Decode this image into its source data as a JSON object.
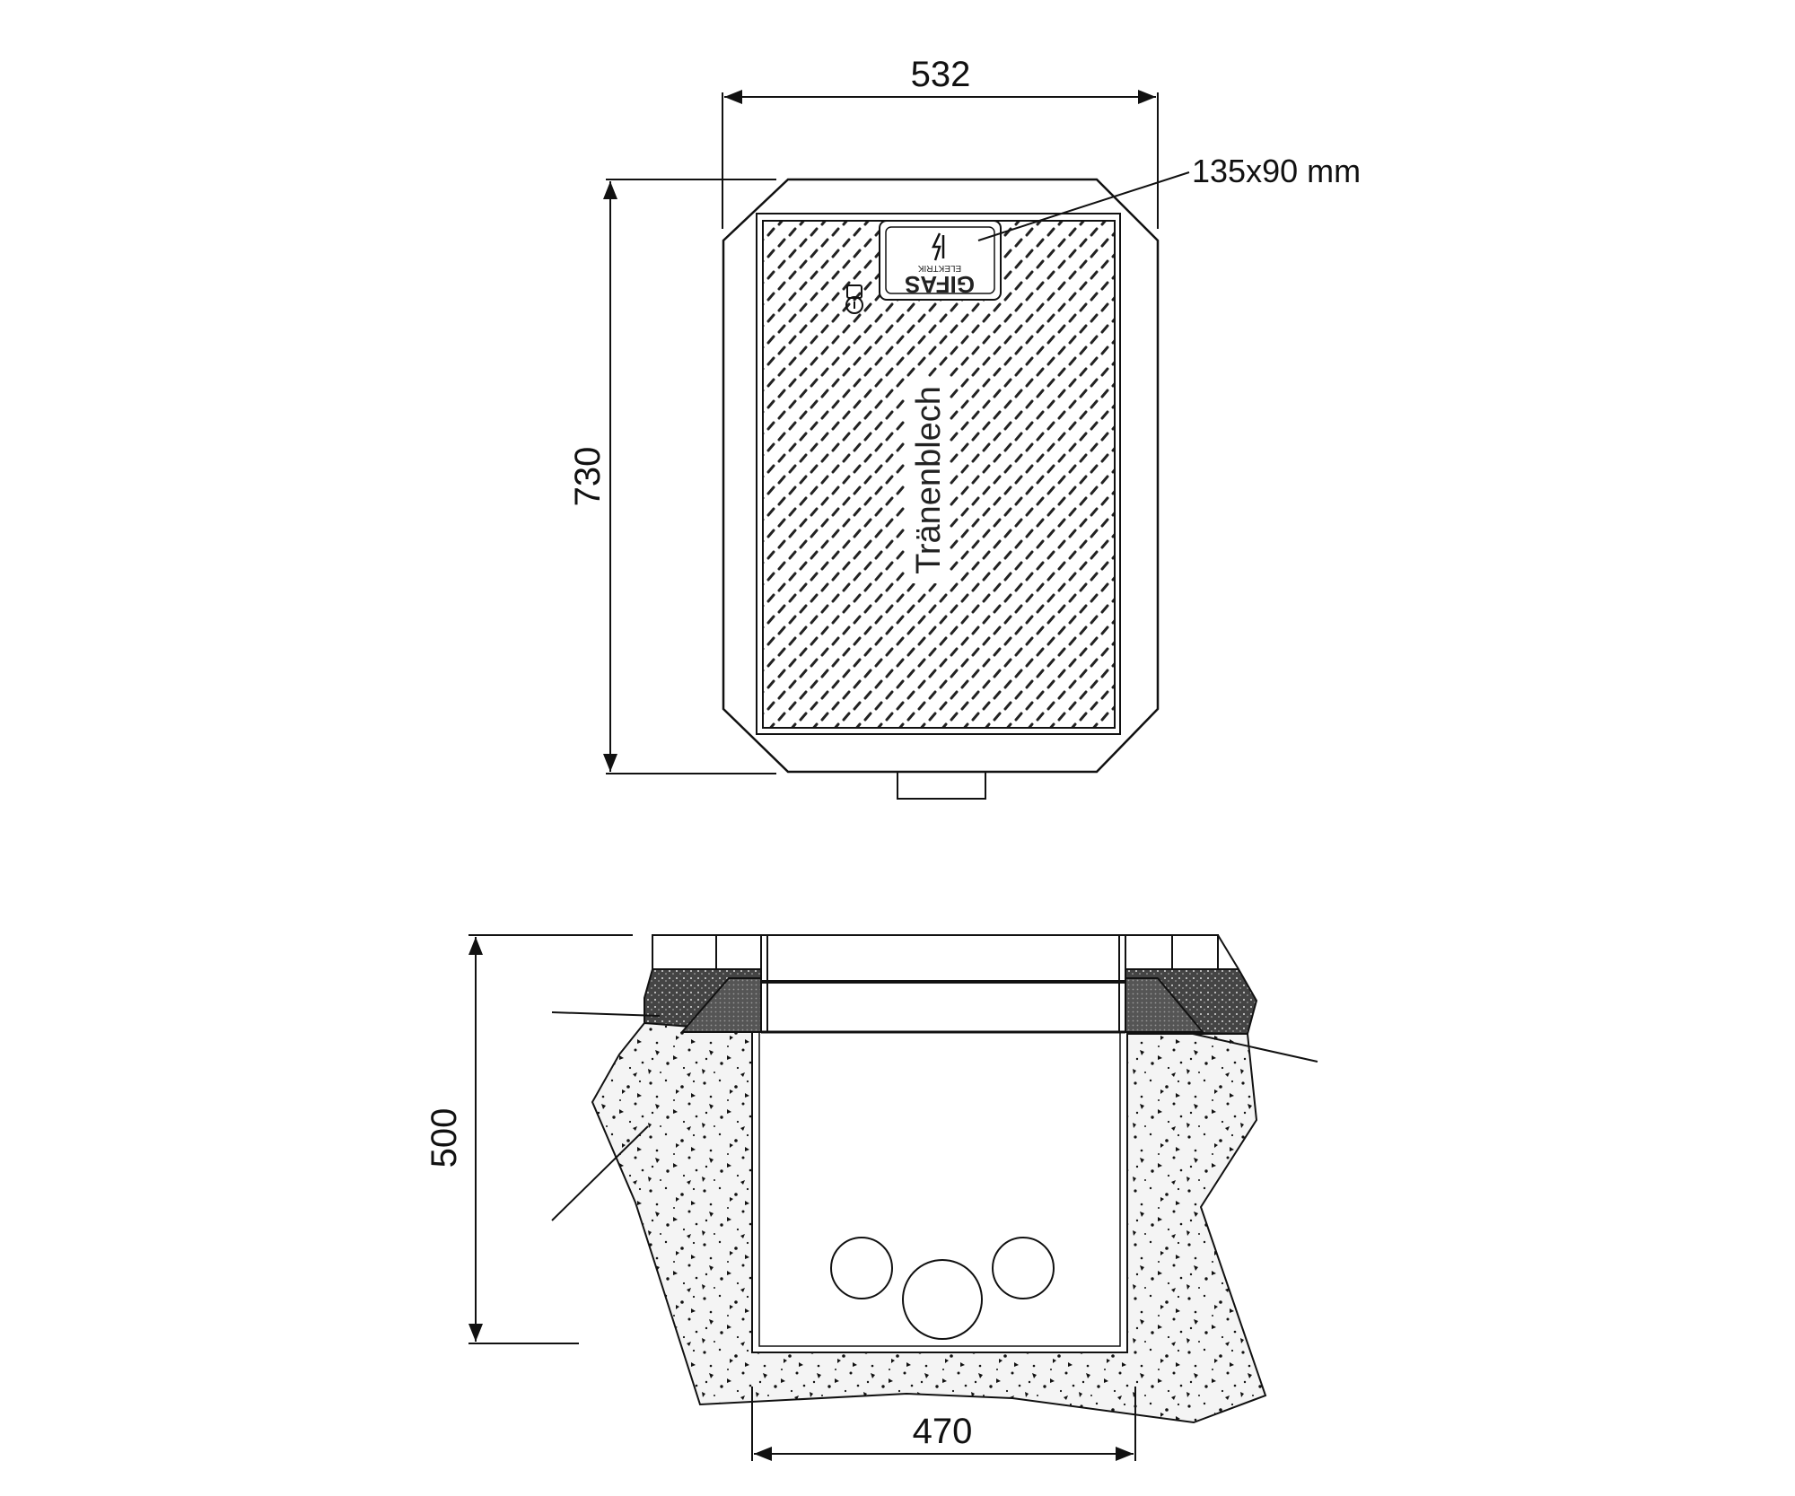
{
  "top_view": {
    "width_label": "532",
    "height_label": "730",
    "sign_label": "135x90 mm",
    "plate_label": "Tränenblech",
    "logo_text": "GIFAS",
    "logo_subtext": "ELEKTRIK"
  },
  "section_view": {
    "height_label": "500",
    "inner_width_label": "470"
  },
  "colors": {
    "line": "#111111",
    "asphalt": "#333333",
    "concrete_bg": "#f4f4f4"
  }
}
